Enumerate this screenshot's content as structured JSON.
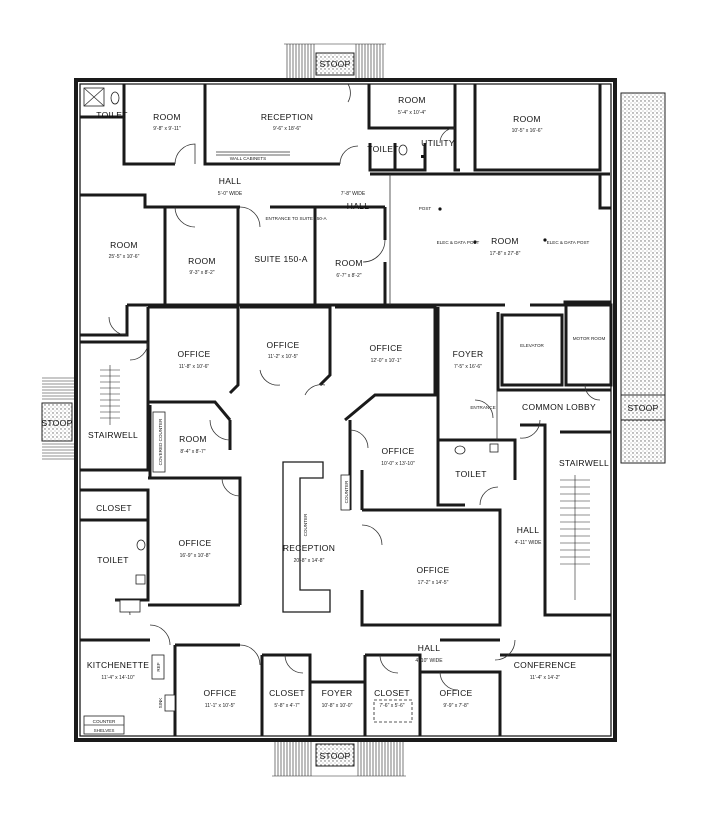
{
  "stoops": {
    "top": "STOOP",
    "left": "STOOP",
    "right": "STOOP",
    "bottom": "STOOP"
  },
  "rooms": {
    "toilet_nw": {
      "name": "TOILET"
    },
    "room_nw": {
      "name": "ROOM",
      "dim": "9'-8\" x 9'-11\""
    },
    "reception_n": {
      "name": "RECEPTION",
      "dim": "9'-6\" x 18'-6\""
    },
    "wall_cabinets": {
      "name": "WALL CABINETS"
    },
    "room_n": {
      "name": "ROOM",
      "dim": "5'-4\" x 10'-4\""
    },
    "toilet_n": {
      "name": "TOILET"
    },
    "utility": {
      "name": "UTILITY"
    },
    "room_ne": {
      "name": "ROOM",
      "dim": "10'-5\" x 16'-6\""
    },
    "hall_w": {
      "name": "HALL",
      "dim": "5'-0\" WIDE"
    },
    "hall_c": {
      "name": "HALL",
      "dim": "7'-8\" WIDE"
    },
    "post_1": {
      "name": "POST"
    },
    "entrance_suite": {
      "name": "ENTRANCE TO SUITE 150-A"
    },
    "room_w": {
      "name": "ROOM",
      "dim": "25'-5\" x 10'-6\""
    },
    "room_w2": {
      "name": "ROOM",
      "dim": "9'-3\" x 8'-2\""
    },
    "suite": {
      "name": "SUITE 150-A"
    },
    "room_c": {
      "name": "ROOM",
      "dim": "6'-7\" x 8'-2\""
    },
    "elec_post_1": {
      "name": "ELEC & DATA POST"
    },
    "room_big": {
      "name": "ROOM",
      "dim": "17'-8\" x 27'-8\""
    },
    "elec_post_2": {
      "name": "ELEC & DATA POST"
    },
    "office_1": {
      "name": "OFFICE",
      "dim": "11'-8\" x 10'-6\""
    },
    "office_2": {
      "name": "OFFICE",
      "dim": "11'-2\" x 10'-5\""
    },
    "office_3": {
      "name": "OFFICE",
      "dim": "12'-0\" x 10'-1\""
    },
    "foyer_e": {
      "name": "FOYER",
      "dim": "7'-5\" x 16'-6\""
    },
    "elevator": {
      "name": "ELEVATOR"
    },
    "motor_room": {
      "name": "MOTOR ROOM"
    },
    "entrance_e": {
      "name": "ENTRANCE"
    },
    "common_lobby": {
      "name": "COMMON LOBBY"
    },
    "stairwell_w": {
      "name": "STAIRWELL"
    },
    "covered_counter": {
      "name": "COVERED COUNTER"
    },
    "room_sw": {
      "name": "ROOM",
      "dim": "8'-4\" x 8'-7\""
    },
    "office_4": {
      "name": "OFFICE",
      "dim": "10'-0\" x 13'-10\""
    },
    "counter_c": {
      "name": "COUNTER"
    },
    "toilet_e": {
      "name": "TOILET"
    },
    "stairwell_e": {
      "name": "STAIRWELL"
    },
    "closet_w": {
      "name": "CLOSET"
    },
    "toilet_w": {
      "name": "TOILET"
    },
    "office_5": {
      "name": "OFFICE",
      "dim": "16'-9\" x 10'-8\""
    },
    "counter_rec": {
      "name": "COUNTER"
    },
    "reception_c": {
      "name": "RECEPTION",
      "dim": "20'-8\" x 14'-8\""
    },
    "hall_e": {
      "name": "HALL",
      "dim": "4'-11\" WIDE"
    },
    "office_6": {
      "name": "OFFICE",
      "dim": "17'-2\" x 14'-5\""
    },
    "hall_s": {
      "name": "HALL",
      "dim": "4'-10\" WIDE"
    },
    "kitchenette": {
      "name": "KITCHENETTE",
      "dim": "11'-4\" x 14'-10\""
    },
    "ref": {
      "name": "REF"
    },
    "sink": {
      "name": "SINK"
    },
    "office_7": {
      "name": "OFFICE",
      "dim": "11'-1\" x 10'-5\""
    },
    "closet_s1": {
      "name": "CLOSET",
      "dim": "5'-8\" x 4'-7\""
    },
    "foyer_s": {
      "name": "FOYER",
      "dim": "10'-8\" x 10'-0\""
    },
    "closet_s2": {
      "name": "CLOSET",
      "dim": "7'-6\" x 5'-6\""
    },
    "office_8": {
      "name": "OFFICE",
      "dim": "9'-9\" x 7'-8\""
    },
    "conference": {
      "name": "CONFERENCE",
      "dim": "11'-4\" x 14'-2\""
    },
    "counter_kit": {
      "name": "COUNTER"
    },
    "shelves": {
      "name": "SHELVES"
    }
  }
}
